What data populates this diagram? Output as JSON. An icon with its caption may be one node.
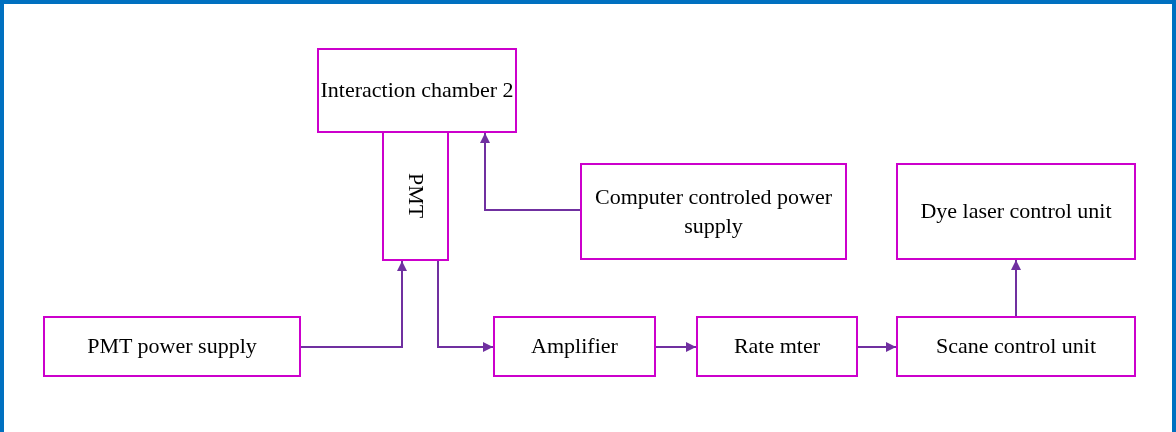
{
  "diagram": {
    "nodes": [
      {
        "text": [
          "Interaction chamber 2"
        ]
      },
      {
        "text": [
          "PMT"
        ]
      },
      {
        "text": [
          "Computer controled power supply"
        ]
      },
      {
        "text": [
          "Dye laser control unit"
        ]
      },
      {
        "text": [
          "PMT power supply"
        ]
      },
      {
        "text": [
          "Amplifier"
        ]
      },
      {
        "text": [
          "Rate mter"
        ]
      },
      {
        "text": [
          "Scane control unit"
        ]
      }
    ],
    "edges": [
      {
        "from": 2,
        "to": 0,
        "arrow": "to"
      },
      {
        "from": 4,
        "to": 1,
        "arrow": "to"
      },
      {
        "from": 1,
        "to": 5,
        "arrow": "to"
      },
      {
        "from": 5,
        "to": 6,
        "arrow": "to"
      },
      {
        "from": 6,
        "to": 7,
        "arrow": "to"
      },
      {
        "from": 7,
        "to": 3,
        "arrow": "to"
      }
    ]
  }
}
